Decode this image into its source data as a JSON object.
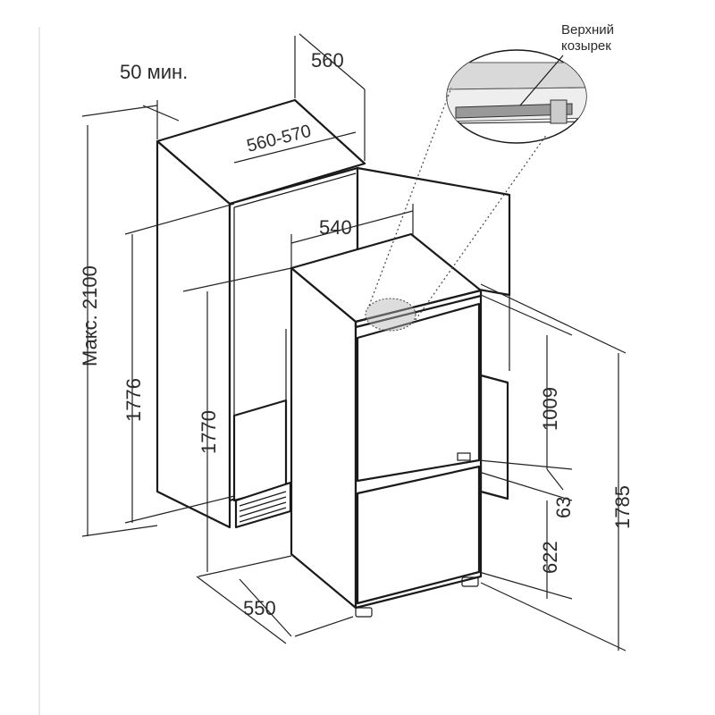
{
  "labels": {
    "min_gap": "50 мин.",
    "top_depth": "560",
    "niche_width": "560-570",
    "fridge_width": "540",
    "max_height": "Макс. 2100",
    "niche_height": "1776",
    "fridge_height": "1770",
    "upper_door": "1009",
    "door_gap": "63",
    "total_height": "1785",
    "lower_door": "622",
    "depth": "550",
    "visor_line1": "Верхний",
    "visor_line2": "козырек"
  },
  "colors": {
    "line": "#1a1a1a",
    "text": "#2b2b2b",
    "background": "#ffffff"
  }
}
